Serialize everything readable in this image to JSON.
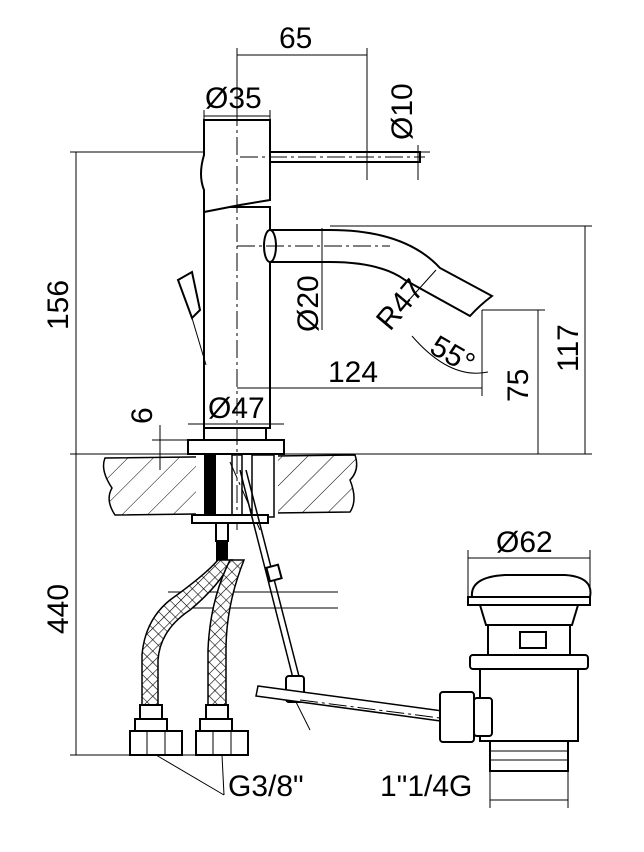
{
  "dimensions": {
    "spout_reach_top": "65",
    "lever_diameter": "Ø35",
    "handle_diameter": "Ø10",
    "total_height": "156",
    "spout_diameter": "Ø20",
    "spout_radius": "R47",
    "spout_angle": "55°",
    "spout_reach": "124",
    "outlet_height": "75",
    "spout_height": "117",
    "base_thickness": "6",
    "base_diameter": "Ø47",
    "hose_length": "440",
    "waste_diameter": "Ø62",
    "hose_connection": "G3/8\"",
    "waste_connection": "1\"1/4G"
  },
  "colors": {
    "line": "#000000",
    "background": "#ffffff",
    "counter_fill": "#d8d8d8"
  }
}
